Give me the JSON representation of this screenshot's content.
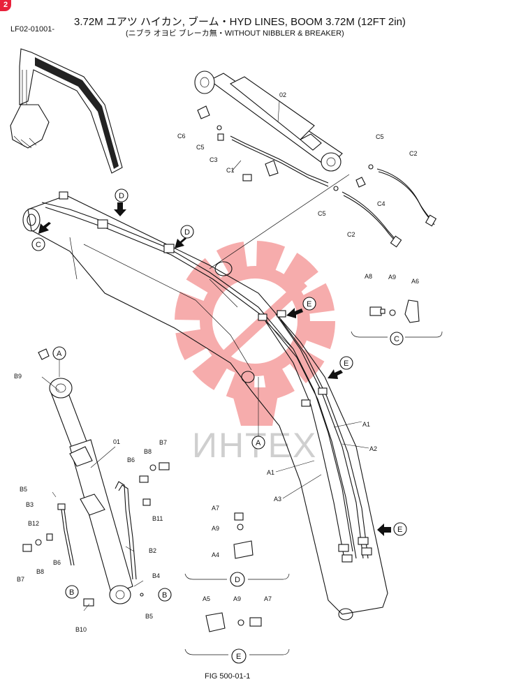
{
  "header": {
    "badge": "2",
    "code": "LF02-01001-",
    "title": "3.72M ユアツ ハイカン, ブーム・HYD LINES, BOOM 3.72M (12FT 2in)",
    "subtitle": "(ニブラ オヨビ ブレーカ無・WITHOUT NIBBLER & BREAKER)",
    "figure": "FIG 500-01-1"
  },
  "watermark": {
    "text": "ИНТЕХ",
    "color": "#f06a6a"
  },
  "callouts": {
    "A": "A",
    "B": "B",
    "C": "C",
    "D": "D",
    "E": "E"
  },
  "parts": {
    "p01": "01",
    "p02": "02",
    "A1": "A1",
    "A2": "A2",
    "A3": "A3",
    "A4": "A4",
    "A6": "A6",
    "A7": "A7",
    "A8": "A8",
    "A9": "A9",
    "A5": "A5",
    "B2": "B2",
    "B3": "B3",
    "B4": "B4",
    "B5": "B5",
    "B6": "B6",
    "B7": "B7",
    "B8": "B8",
    "B9": "B9",
    "B10": "B10",
    "B11": "B11",
    "B12": "B12",
    "C1": "C1",
    "C2": "C2",
    "C3": "C3",
    "C4": "C4",
    "C5": "C5",
    "C6": "C6"
  }
}
